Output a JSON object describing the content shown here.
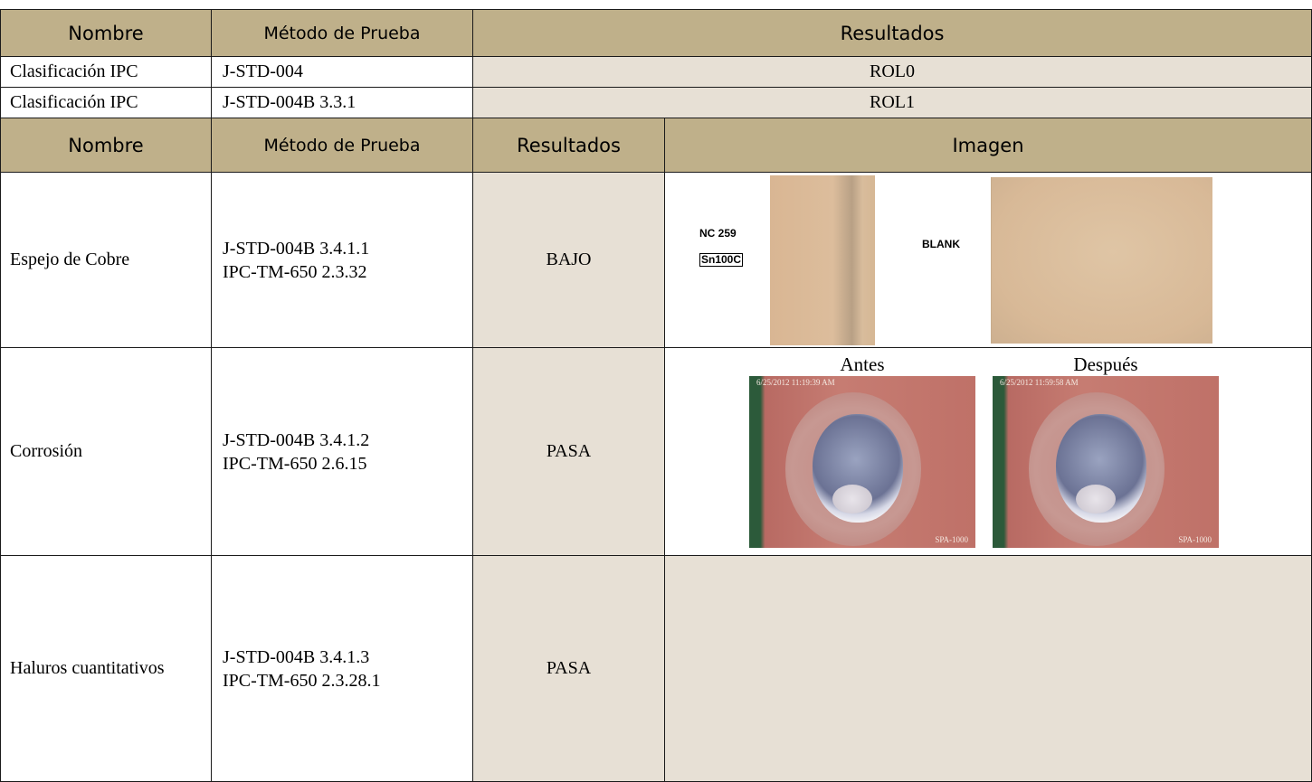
{
  "top_header": {
    "nombre": "Nombre",
    "metodo": "Método de Prueba",
    "resultados": "Resultados"
  },
  "ipc_rows": [
    {
      "nombre": "Clasificación IPC",
      "metodo": "J-STD-004",
      "resultado": "ROL0"
    },
    {
      "nombre": "Clasificación IPC",
      "metodo": "J-STD-004B 3.3.1",
      "resultado": "ROL1"
    }
  ],
  "second_header": {
    "nombre": "Nombre",
    "metodo": "Método de Prueba",
    "resultados": "Resultados",
    "imagen": "Imagen"
  },
  "tests": [
    {
      "nombre": "Espejo de Cobre",
      "metodo_l1": "J-STD-004B 3.4.1.1",
      "metodo_l2": "IPC-TM-650 2.3.32",
      "resultado": "BAJO",
      "image_labels": {
        "sample": "NC 259",
        "alloy": "Sn100C",
        "blank": "BLANK"
      }
    },
    {
      "nombre": "Corrosión",
      "metodo_l1": "J-STD-004B 3.4.1.2",
      "metodo_l2": "IPC-TM-650 2.6.15",
      "resultado": "PASA",
      "photos": [
        {
          "caption": "Antes",
          "timestamp": "6/25/2012 11:19:39 AM",
          "mark": "SPA-1000"
        },
        {
          "caption": "Después",
          "timestamp": "6/25/2012 11:59:58 AM",
          "mark": "SPA-1000"
        }
      ]
    },
    {
      "nombre": "Haluros cuantitativos",
      "metodo_l1": "J-STD-004B 3.4.1.3",
      "metodo_l2": "IPC-TM-650 2.3.28.1",
      "resultado": "PASA"
    }
  ],
  "colors": {
    "header_bg": "#bfb08a",
    "results_bg": "#e7e0d5",
    "border": "#1a1a1a"
  }
}
